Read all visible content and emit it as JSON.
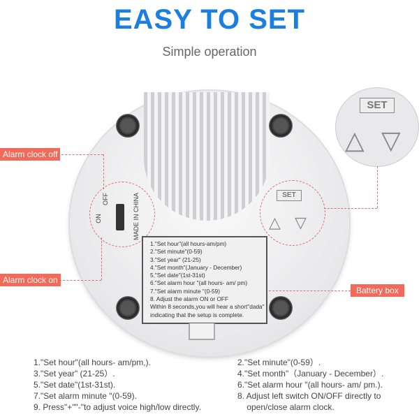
{
  "header": {
    "title": "EASY TO SET",
    "subtitle": "Simple operation"
  },
  "labels": {
    "alarm_off": "Alarm clock off",
    "alarm_on": "Alarm clock on",
    "battery": "Battery box"
  },
  "switch": {
    "on": "ON",
    "off": "OFF",
    "made_in": "MADE IN CHINA"
  },
  "buttons": {
    "set": "SET",
    "plus": "+",
    "minus": "−"
  },
  "sticker": [
    "1.\"Set hour\"(all hours-am/pm)",
    "2.\"Set minute\"(0-59)",
    "3.\"Set year\" (21-25)",
    "4.\"Set month\"(January - December)",
    "5.\"Set date\"(1st-31st)",
    "6.\"Set alarm hour \"(all hours- am/ pm)",
    "7.\"Set alarm minute \"(0-59)",
    "8. Adjust the alarm ON or OFF",
    "Within 8 seconds,you will hear a short\"dada\"",
    "indicating that the setup is complete."
  ],
  "instructions_left": [
    "1.\"Set hour\"(all hours- am/pm,).",
    "3.\"Set year\" (21-25）.",
    "5.\"Set date\"(1st-31st).",
    "7.\"Set alarm minute \"(0-59).",
    "9. Press\"+\"\"-\"to adjust voice high/low directly."
  ],
  "instructions_right": [
    "2.\"Set minute\"(0-59）.",
    "4.\"Set month\"（January - December）.",
    "6.\"Set alarm hour \"(all hours- am/ pm.).",
    "8. Adjust left switch ON/OFF directly to",
    "    open/close alarm clock."
  ]
}
